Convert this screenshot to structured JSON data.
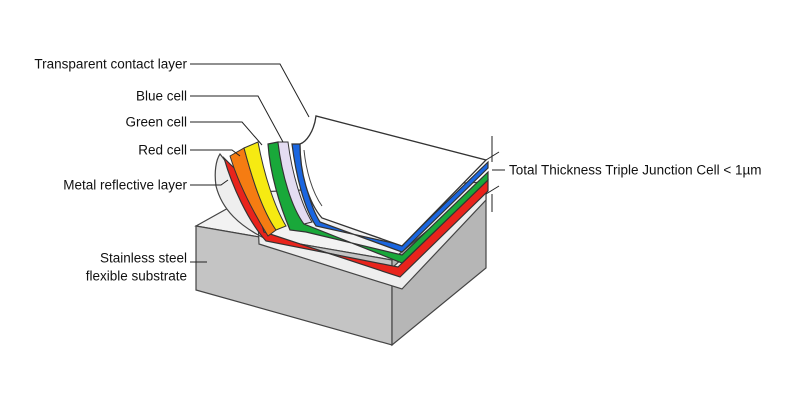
{
  "labels": {
    "transparent_contact_layer": "Transparent contact layer",
    "blue_cell": "Blue cell",
    "green_cell": "Green cell",
    "red_cell": "Red cell",
    "metal_reflective_layer": "Metal reflective layer",
    "substrate_line1": "Stainless steel",
    "substrate_line2": "flexible substrate",
    "total_thickness": "Total Thickness Triple Junction Cell < 1µm"
  },
  "colors": {
    "transparent_contact": "#ffffff",
    "blue_cell": "#1a66e0",
    "green_cell": "#19a83a",
    "red_cell": "#e8241c",
    "metal_reflective": "#eeeeee",
    "substrate_top": "#f2f2f2",
    "substrate_front": "#c4c4c4",
    "substrate_side": "#b6b6b6",
    "orange_layer": "#f57c12",
    "yellow_layer": "#f6ea12",
    "lavender_layer": "#e4dcf2",
    "outline": "#333333"
  }
}
